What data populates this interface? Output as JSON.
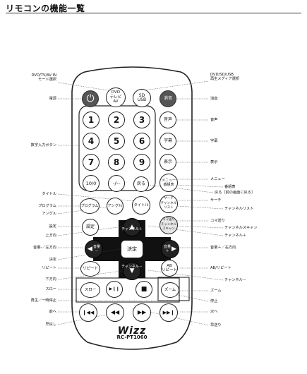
{
  "page_title": "リモコンの機能一覧",
  "left_labels": [
    {
      "id": "mode",
      "text": "DVD/TV/AV IN\nモード選択"
    },
    {
      "id": "power",
      "text": "電源"
    },
    {
      "id": "numeric",
      "text": "数字入力ボタン"
    },
    {
      "id": "title",
      "text": "タイトル"
    },
    {
      "id": "program",
      "text": "プログラム"
    },
    {
      "id": "angle",
      "text": "アングル"
    },
    {
      "id": "setup",
      "text": "設定"
    },
    {
      "id": "up",
      "text": "上方向"
    },
    {
      "id": "vol_left",
      "text": "音量-／左方向"
    },
    {
      "id": "enter",
      "text": "決定"
    },
    {
      "id": "repeat",
      "text": "リピート"
    },
    {
      "id": "down",
      "text": "下方向"
    },
    {
      "id": "slow",
      "text": "スロー"
    },
    {
      "id": "play_pause",
      "text": "再生／一時停止"
    },
    {
      "id": "prev",
      "text": "前へ"
    },
    {
      "id": "rewind",
      "text": "早戻し"
    }
  ],
  "right_labels": [
    {
      "id": "media",
      "text": "DVD/SD/USB\n再生メディア選択"
    },
    {
      "id": "mute",
      "text": "消音"
    },
    {
      "id": "audio",
      "text": "音声"
    },
    {
      "id": "subtitle",
      "text": "字幕"
    },
    {
      "id": "display",
      "text": "表示"
    },
    {
      "id": "menu",
      "text": "メニュー"
    },
    {
      "id": "guide",
      "text": "番組表"
    },
    {
      "id": "back",
      "text": "戻る［前の画面に戻る］"
    },
    {
      "id": "search",
      "text": "サーチ"
    },
    {
      "id": "chlist",
      "text": "チャンネルリスト"
    },
    {
      "id": "frame",
      "text": "コマ送り"
    },
    {
      "id": "chscan",
      "text": "チャンネルスキャン"
    },
    {
      "id": "chup",
      "text": "チャンネル＋"
    },
    {
      "id": "vol_right",
      "text": "音量＋／右方向"
    },
    {
      "id": "ab",
      "text": "AB/リピート"
    },
    {
      "id": "chdown",
      "text": "チャンネル－"
    },
    {
      "id": "zoom",
      "text": "ズーム"
    },
    {
      "id": "stop",
      "text": "停止"
    },
    {
      "id": "next",
      "text": "次へ"
    },
    {
      "id": "ff",
      "text": "早送り"
    }
  ],
  "buttons": {
    "power": "⏻",
    "mode": "DVD\nテレビ\nAV",
    "media": "SD\nUSB",
    "mute": "消音",
    "n1": "1",
    "n2": "2",
    "n3": "3",
    "n4": "4",
    "n5": "5",
    "n6": "6",
    "n7": "7",
    "n8": "8",
    "n9": "9",
    "n10": "10/0",
    "dash": "-/--",
    "audio": "音声",
    "subtitle": "字幕",
    "display": "表示",
    "back": "戻る",
    "menu": "メニュー\n番組表",
    "program": "プログラム",
    "angle": "アングル",
    "title": "タイトル",
    "search": "サーチ\nチャンネルリスト",
    "setup": "設定",
    "frame": "コマ送り\nチャンネルスキャン",
    "enter": "決定",
    "up_text": "チャンネル＋",
    "down_text": "チャンネル－",
    "vol_minus": "音量\n－",
    "vol_plus": "音量\n＋",
    "repeat": "リピート",
    "ab": "AB\nリピート",
    "slow": "スロー",
    "zoom": "ズーム",
    "play": "▶❙❙",
    "stop": "■",
    "prev": "❙◀◀",
    "rew": "◀◀",
    "ffwd": "▶▶",
    "next": "▶▶❙"
  },
  "brand": "Wizz",
  "model": "RC-PT1060"
}
